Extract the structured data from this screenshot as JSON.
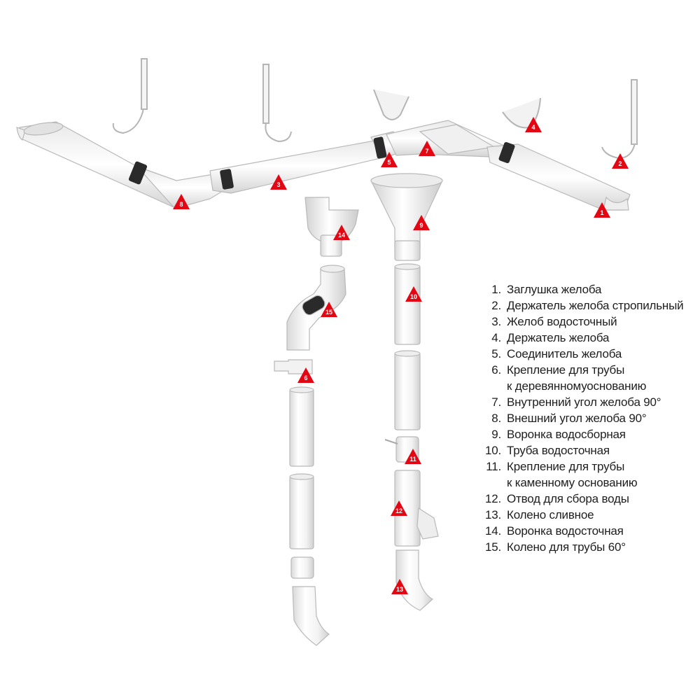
{
  "colors": {
    "marker": "#e30613",
    "part": "#f4f4f4",
    "outline": "#b9b9b9",
    "shade": "#d6d6d6",
    "joint": "#2a2a2a"
  },
  "markers": [
    "1",
    "2",
    "3",
    "4",
    "5",
    "6",
    "7",
    "8",
    "9",
    "10",
    "11",
    "12",
    "13",
    "14",
    "15"
  ],
  "legend": [
    {
      "num": "1.",
      "lines": [
        "Заглушка желоба"
      ]
    },
    {
      "num": "2.",
      "lines": [
        "Держатель желоба стропильный"
      ]
    },
    {
      "num": "3.",
      "lines": [
        "Желоб водосточный"
      ]
    },
    {
      "num": "4.",
      "lines": [
        "Держатель желоба"
      ]
    },
    {
      "num": "5.",
      "lines": [
        "Соединитель желоба"
      ]
    },
    {
      "num": "6.",
      "lines": [
        "Крепление для трубы",
        "к деревянномуоснованию"
      ]
    },
    {
      "num": "7.",
      "lines": [
        "Внутренний угол желоба 90°"
      ]
    },
    {
      "num": "8.",
      "lines": [
        "Внешний угол желоба 90°"
      ]
    },
    {
      "num": "9.",
      "lines": [
        "Воронка водосборная"
      ]
    },
    {
      "num": "10.",
      "lines": [
        "Труба водосточная"
      ]
    },
    {
      "num": "11.",
      "lines": [
        "Крепление для трубы",
        "к каменному основанию"
      ]
    },
    {
      "num": "12.",
      "lines": [
        "Отвод для сбора воды"
      ]
    },
    {
      "num": "13.",
      "lines": [
        "Колено сливное"
      ]
    },
    {
      "num": "14.",
      "lines": [
        "Воронка водосточная"
      ]
    },
    {
      "num": "15.",
      "lines": [
        "Колено для трубы 60°"
      ]
    }
  ]
}
